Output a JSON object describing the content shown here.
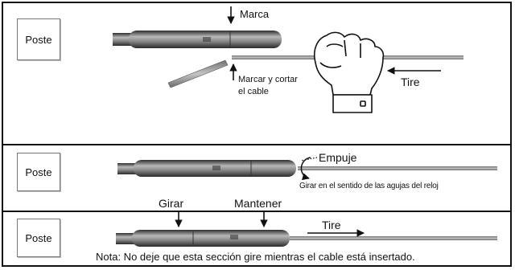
{
  "panels": [
    {
      "box_label": "Poste",
      "labels": {
        "mark": "Marca",
        "cut": "Marcar y cortar\nel cable",
        "pull": "Tire"
      }
    },
    {
      "box_label": "Poste",
      "labels": {
        "push": "Empuje",
        "rotate": "Girar en el sentido de las agujas del reloj"
      }
    },
    {
      "box_label": "Poste",
      "labels": {
        "turn": "Girar",
        "hold": "Mantener",
        "pull": "Tire"
      }
    }
  ],
  "note": "Nota: No deje que esta sección gire mientras el cable está insertado.",
  "colors": {
    "sleeve": "#8a8a8a",
    "sleeve_dark": "#3c3c3c",
    "cable": "#9a9a9a",
    "border": "#111111"
  }
}
